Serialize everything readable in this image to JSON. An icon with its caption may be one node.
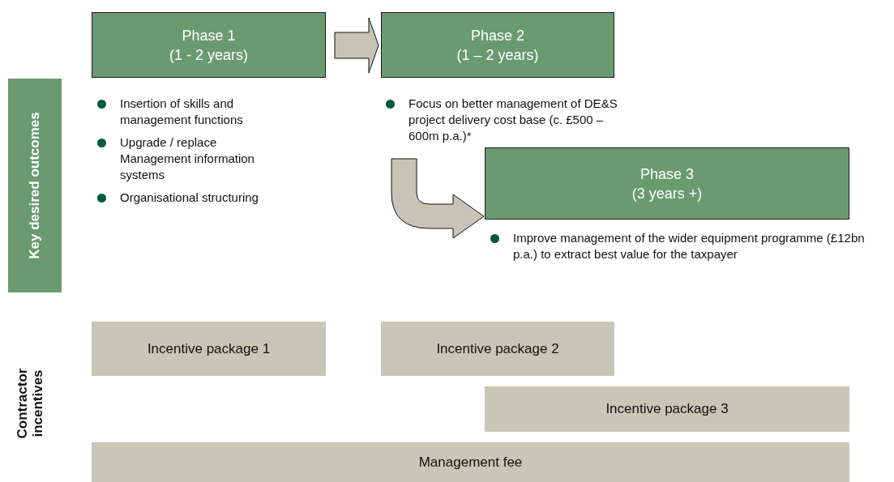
{
  "diagram": {
    "nodes": [
      {
        "text": [
          "Phase 1",
          "(1 - 2 years)"
        ],
        "beside": [
          "Insertion of skills and management functions",
          "Upgrade / replace Management information systems",
          "Organisational structuring"
        ]
      },
      {
        "text": [
          "Phase 2",
          "(1 – 2 years)"
        ]
      },
      {
        "text": [
          "Phase 3",
          "(3 years +)"
        ],
        "beside": [
          "Improve management of the wider equipment programme (£12bn p.a.) to extract best value for the taxpayer"
        ]
      },
      {
        "text": [
          "Key desired outcomes"
        ]
      },
      {
        "text": [
          "Incentive package 1"
        ]
      },
      {
        "text": [
          "Incentive package 2"
        ]
      },
      {
        "text": [
          "Incentive package 3"
        ]
      },
      {
        "text": [
          "Management fee"
        ]
      }
    ],
    "edges": [
      {
        "from": 0,
        "to": 1,
        "arrow": "to"
      },
      {
        "from": null,
        "to": 2,
        "arrow": "to"
      }
    ],
    "labels": [
      "Focus on better management of DE&S project delivery cost base (c. £500 – 600m p.a.)*",
      "Contractor incentives"
    ]
  }
}
